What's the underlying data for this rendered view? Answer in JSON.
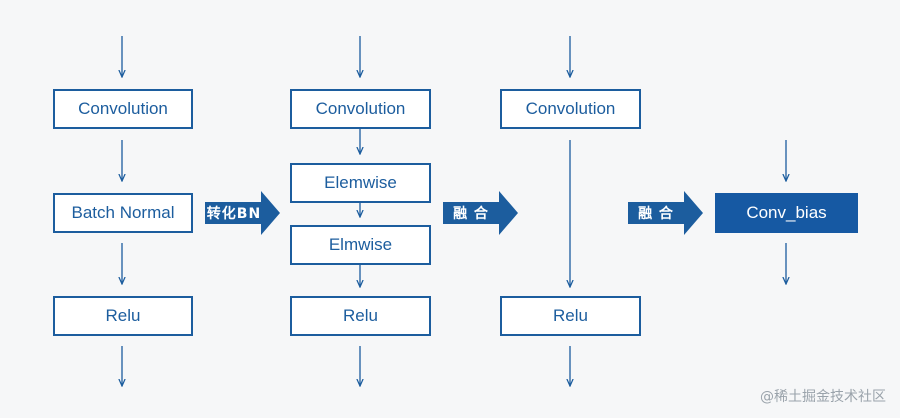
{
  "colors": {
    "accent": "#1c5d9e",
    "filled": "#1659a3",
    "arrow": "#1c5d9e",
    "background": "#f6f7f8"
  },
  "col1": {
    "conv": "Convolution",
    "bn": "Batch Normal",
    "relu": "Relu"
  },
  "col2": {
    "conv": "Convolution",
    "elemwise": "Elemwise",
    "elmwise": "Elmwise",
    "relu": "Relu"
  },
  "col3": {
    "conv": "Convolution",
    "relu": "Relu"
  },
  "col4": {
    "conv_bias": "Conv_bias"
  },
  "transforms": {
    "bn_convert": "转化BN",
    "fuse_1": "融 合",
    "fuse_2": "融 合"
  },
  "watermark": "@稀土掘金技术社区"
}
